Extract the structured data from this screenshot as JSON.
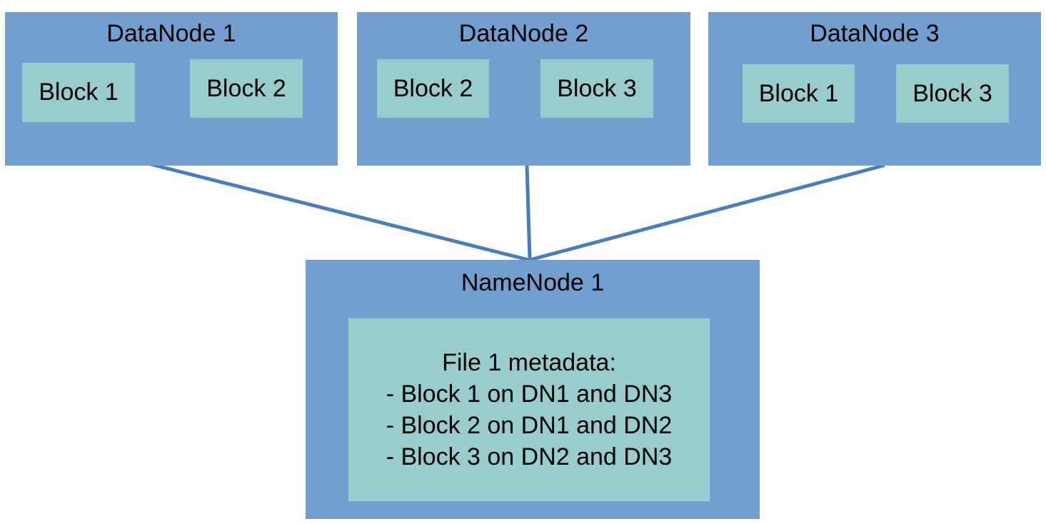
{
  "colors": {
    "node_fill": "#729fcf",
    "block_fill": "#99cccc",
    "connector": "#4a7ebb",
    "text": "#000000"
  },
  "datanodes": [
    {
      "title": "DataNode 1",
      "blocks": [
        "Block 1",
        "Block 2"
      ]
    },
    {
      "title": "DataNode 2",
      "blocks": [
        "Block 2",
        "Block 3"
      ]
    },
    {
      "title": "DataNode 3",
      "blocks": [
        "Block 1",
        "Block 3"
      ]
    }
  ],
  "namenode": {
    "title": "NameNode 1",
    "metadata": {
      "heading": "File 1 metadata:",
      "lines": [
        "- Block 1 on DN1 and DN3",
        "- Block 2 on DN1 and DN2",
        "- Block 3 on DN2 and DN3"
      ]
    }
  }
}
